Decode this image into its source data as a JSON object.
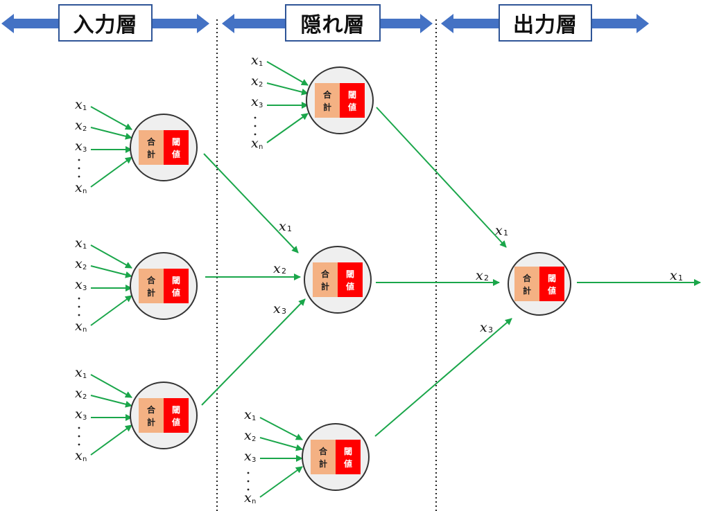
{
  "layers": {
    "input": "入力層",
    "hidden": "隠れ層",
    "output": "出力層"
  },
  "neuron": {
    "sum_label": [
      "合",
      "計"
    ],
    "threshold_label": [
      "閾",
      "値"
    ]
  },
  "input_label": {
    "var": "x",
    "subs": [
      "1",
      "2",
      "3",
      "n"
    ]
  },
  "connection_labels": [
    "x",
    "1",
    "2",
    "3"
  ],
  "colors": {
    "arrow_band": "#4472c4",
    "box_border": "#2f5597",
    "connection": "#1aa64a",
    "sum_fill": "#f4b183",
    "threshold_fill": "#ff0000",
    "neuron_fill": "#efefef"
  }
}
